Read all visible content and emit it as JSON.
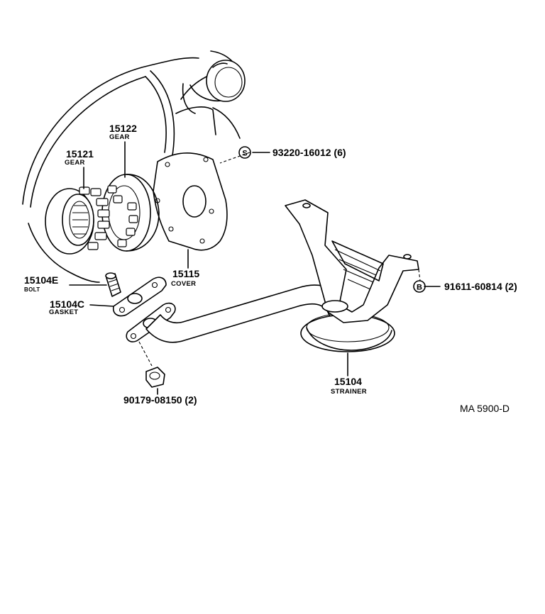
{
  "diagram": {
    "parts": [
      {
        "id": "gear-15122",
        "number": "15122",
        "name": "GEAR"
      },
      {
        "id": "gear-15121",
        "number": "15121",
        "name": "GEAR"
      },
      {
        "id": "bolt-15104e",
        "number": "15104E",
        "name": "BOLT"
      },
      {
        "id": "gasket-15104c",
        "number": "15104C",
        "name": "GASKET"
      },
      {
        "id": "cover-15115",
        "number": "15115",
        "name": "COVER"
      },
      {
        "id": "strainer-15104",
        "number": "15104",
        "name": "STRAINER"
      }
    ],
    "screw_callout": {
      "symbol": "S",
      "part": "93220-16012 (6)"
    },
    "bolt_callout": {
      "symbol": "B",
      "part": "91611-60814 (2)"
    },
    "nut_callout": {
      "part": "90179-08150 (2)"
    },
    "figure_code": "MA 5900-D"
  }
}
